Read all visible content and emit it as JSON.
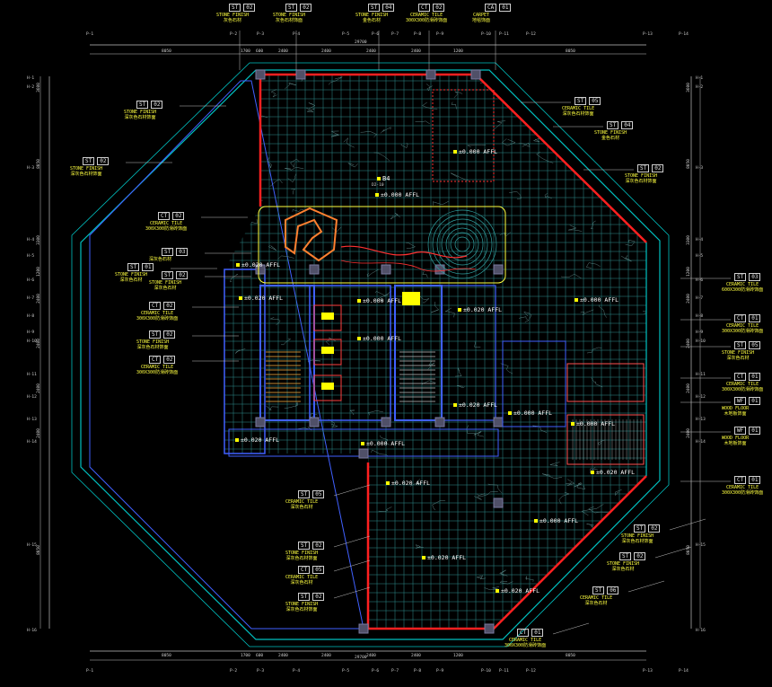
{
  "colors": {
    "background": "#000000",
    "outline": "#00c0c0",
    "wall_accent": "#ff2020",
    "tile_grid": "#2f8f8f",
    "structure": "#4060ff",
    "annotation": "#ffff00",
    "text": "#ffffff"
  },
  "top_tags": [
    {
      "code": "ST",
      "num": "02",
      "l1": "STONE FINISH",
      "l2": "灰色石材"
    },
    {
      "code": "ST",
      "num": "02",
      "l1": "STONE FINISH",
      "l2": "灰色石材饰面"
    },
    {
      "code": "ST",
      "num": "04",
      "l1": "STONE FINISH",
      "l2": "金色石材"
    },
    {
      "code": "CT",
      "num": "02",
      "l1": "CERAMIC TILE",
      "l2": "300X300防滑砖饰面"
    },
    {
      "code": "CA",
      "num": "01",
      "l1": "CARPET",
      "l2": "地毯饰面"
    }
  ],
  "left_tags": [
    {
      "code": "ST",
      "num": "02",
      "l1": "STONE FINISH",
      "l2": "深灰色石材饰面"
    },
    {
      "code": "ST",
      "num": "02",
      "l1": "STONE FINISH",
      "l2": "深灰色石材饰面"
    },
    {
      "code": "CT",
      "num": "02",
      "l1": "CERAMIC TILE",
      "l2": "300X300防滑砖饰面"
    },
    {
      "code": "ST",
      "num": "03",
      "l1": "",
      "l2": "深灰色石材"
    },
    {
      "code": "ST",
      "num": "01",
      "l1": "STONE FINISH",
      "l2": "深灰色石材"
    },
    {
      "code": "ST",
      "num": "02",
      "l1": "STONE FINISH",
      "l2": "深灰色石材"
    },
    {
      "code": "CT",
      "num": "02",
      "l1": "CERAMIC TILE",
      "l2": "300X300防滑砖饰面"
    },
    {
      "code": "ST",
      "num": "02",
      "l1": "STONE FINISH",
      "l2": "深灰色石材饰面"
    },
    {
      "code": "CT",
      "num": "02",
      "l1": "CERAMIC TILE",
      "l2": "300X300防滑砖饰面"
    }
  ],
  "right_tags": [
    {
      "code": "ST",
      "num": "05",
      "l1": "CERAMIC TILE",
      "l2": "深灰色石材饰面"
    },
    {
      "code": "ST",
      "num": "04",
      "l1": "STONE FINISH",
      "l2": "金色石材"
    },
    {
      "code": "ST",
      "num": "02",
      "l1": "STONE FINISH",
      "l2": "深灰色石材饰面"
    },
    {
      "code": "ST",
      "num": "03",
      "l1": "CERAMIC TILE",
      "l2": "600X300防滑砖饰面"
    },
    {
      "code": "CT",
      "num": "01",
      "l1": "CERAMIC TILE",
      "l2": "300X300防滑砖饰面"
    },
    {
      "code": "ST",
      "num": "05",
      "l1": "STONE FINISH",
      "l2": "深灰色石材"
    },
    {
      "code": "CT",
      "num": "01",
      "l1": "CERAMIC TILE",
      "l2": "300X300防滑砖饰面"
    },
    {
      "code": "WF",
      "num": "01",
      "l1": "WOOD FLOOR",
      "l2": "木地板饰面"
    },
    {
      "code": "WF",
      "num": "01",
      "l1": "WOOD FLOOR",
      "l2": "木地板饰面"
    },
    {
      "code": "CT",
      "num": "01",
      "l1": "CERAMIC TILE",
      "l2": "300X300防滑砖饰面"
    }
  ],
  "bottom_tags": [
    {
      "code": "ST",
      "num": "05",
      "l1": "CERAMIC TILE",
      "l2": "深灰色石材"
    },
    {
      "code": "ST",
      "num": "02",
      "l1": "STONE FINISH",
      "l2": "深灰色石材饰面"
    },
    {
      "code": "CT",
      "num": "05",
      "l1": "CERAMIC TILE",
      "l2": "深灰色石材"
    },
    {
      "code": "ST",
      "num": "02",
      "l1": "STONE FINISH",
      "l2": "深灰色石材饰面"
    },
    {
      "code": "ST",
      "num": "02",
      "l1": "STONE FINISH",
      "l2": "深灰色石材饰面"
    },
    {
      "code": "ST",
      "num": "02",
      "l1": "STONE FINISH",
      "l2": "深灰色石材"
    },
    {
      "code": "ST",
      "num": "06",
      "l1": "CERAMIC TILE",
      "l2": "深灰色石材"
    },
    {
      "code": "CT",
      "num": "01",
      "l1": "CERAMIC TILE",
      "l2": "300X300防滑砖饰面"
    }
  ],
  "level_marks": [
    "±0.000 AFFL",
    "±0.000 AFFL",
    "±0.020 AFFL",
    "±0.020 AFFL",
    "±0.000 AFFL",
    "±0.020 AFFL",
    "±0.000 AFFL",
    "±0.020 AFFL",
    "±0.000 AFFL",
    "±0.020 AFFL",
    "±0.000 AFFL",
    "±0.020 AFFL",
    "±0.020 AFFL",
    "±0.000 AFFL",
    "±0.020 AFFL",
    "±0.000 AFFL",
    "±0.000 AFFL",
    "±0.020 AFFL"
  ],
  "section_mark": {
    "num": "B4",
    "ref": "D2-10"
  },
  "dimensions": {
    "top_total": "29700",
    "bottom_total": "29700",
    "top_segments": [
      "8050",
      "1700",
      "600",
      "2400",
      "2400",
      "2400",
      "2400",
      "1200",
      "8050"
    ],
    "bottom_segments": [
      "8050",
      "1700",
      "600",
      "2400",
      "2400",
      "2400",
      "2400",
      "1200",
      "8050"
    ],
    "left_segments": [
      "3600",
      "8050",
      "3300",
      "1200",
      "2400",
      "2400",
      "2400",
      "2400",
      "8050"
    ],
    "right_segments": [
      "3600",
      "8050",
      "3300",
      "1200",
      "2400",
      "2400",
      "2400",
      "2400",
      "8050"
    ]
  },
  "grid_axes_top": [
    "P-1",
    "P-2",
    "P-3",
    "P-4",
    "P-5",
    "P-6",
    "P-7",
    "P-8",
    "P-9",
    "P-10",
    "P-11",
    "P-12",
    "P-13",
    "P-14"
  ],
  "grid_axes_left": [
    "H-1",
    "H-2",
    "H-3",
    "H-4",
    "H-5",
    "H-6",
    "H-7",
    "H-8",
    "H-9",
    "H-10",
    "H-11",
    "H-12",
    "H-13",
    "H-14",
    "H-15",
    "H-16"
  ]
}
